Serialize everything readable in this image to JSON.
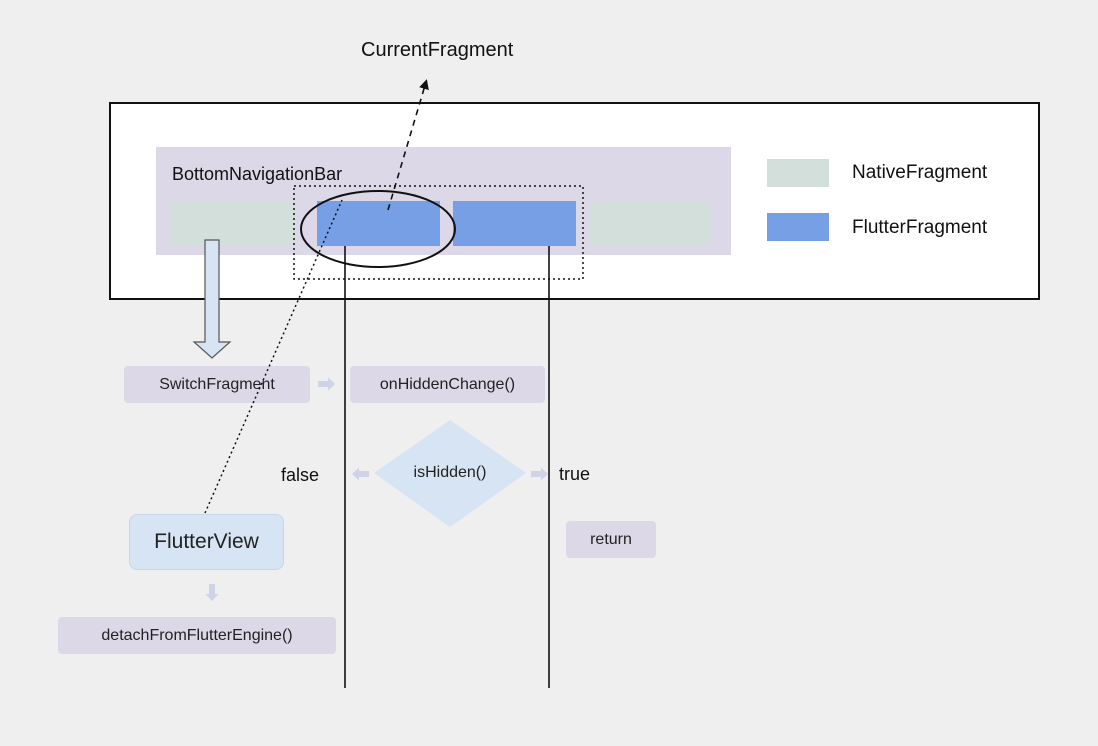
{
  "top_label": "CurrentFragment",
  "navbar": {
    "label": "BottomNavigationBar"
  },
  "legend": [
    {
      "label": "NativeFragment",
      "color": "#d2dfdb"
    },
    {
      "label": "FlutterFragment",
      "color": "#779fe5"
    }
  ],
  "flow": {
    "switch_fragment": "SwitchFragment",
    "on_hidden_change": "onHiddenChange()",
    "is_hidden": "isHidden()",
    "false_label": "false",
    "true_label": "true",
    "return_label": "return",
    "flutter_view": "FlutterView",
    "detach": "detachFromFlutterEngine()"
  },
  "colors": {
    "background": "#efefef",
    "navbar_bg": "#dcd8e8",
    "process_box": "#dcd8e8",
    "decision": "#d7e4f4",
    "flutter_view_bg": "#d7e4f4",
    "native_fragment": "#d2dfdb",
    "flutter_fragment": "#779fe5"
  }
}
